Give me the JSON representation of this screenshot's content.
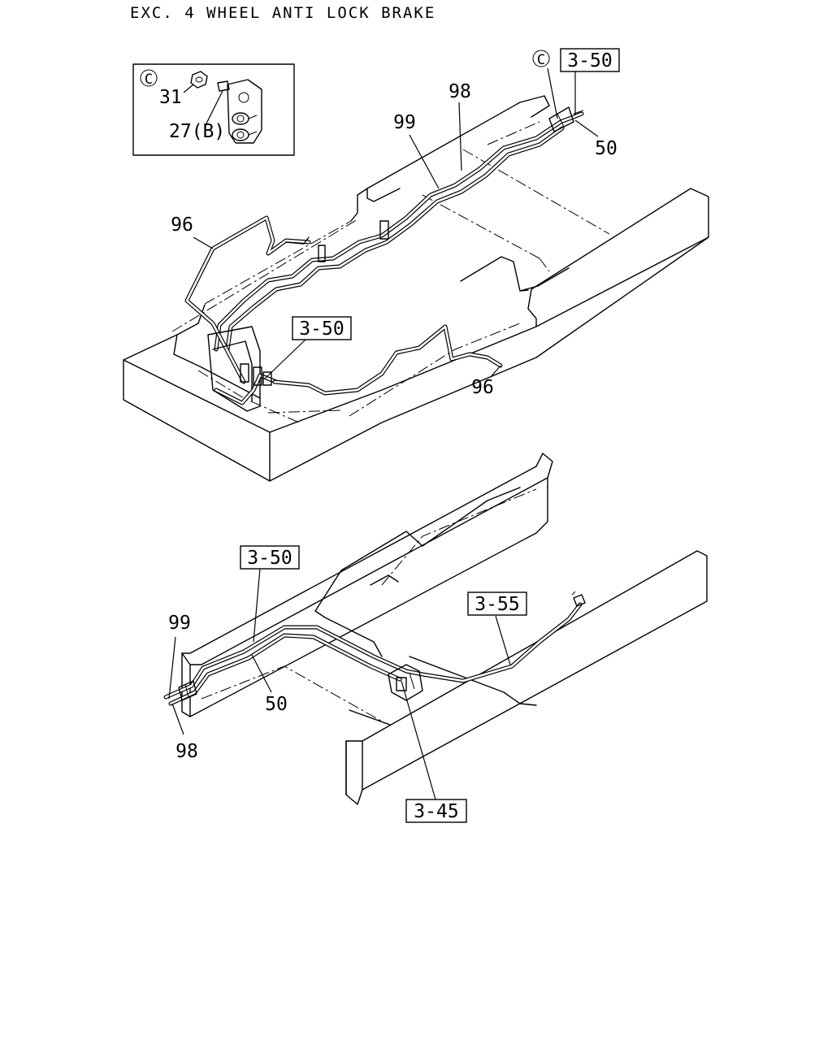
{
  "title": "EXC. 4 WHEEL ANTI LOCK BRAKE",
  "inset": {
    "circle_mark": "C",
    "labels": [
      "31",
      "27(B)"
    ]
  },
  "top_assembly": {
    "circle_mark": "C",
    "labels": {
      "ref_top": "3-50",
      "part_98": "98",
      "part_99": "99",
      "part_50": "50",
      "part_96_left": "96",
      "ref_mid": "3-50",
      "part_96_right": "96"
    }
  },
  "bottom_assembly": {
    "labels": {
      "ref_left": "3-50",
      "ref_right": "3-55",
      "part_99": "99",
      "part_50": "50",
      "part_98": "98",
      "ref_bottom": "3-45"
    }
  }
}
